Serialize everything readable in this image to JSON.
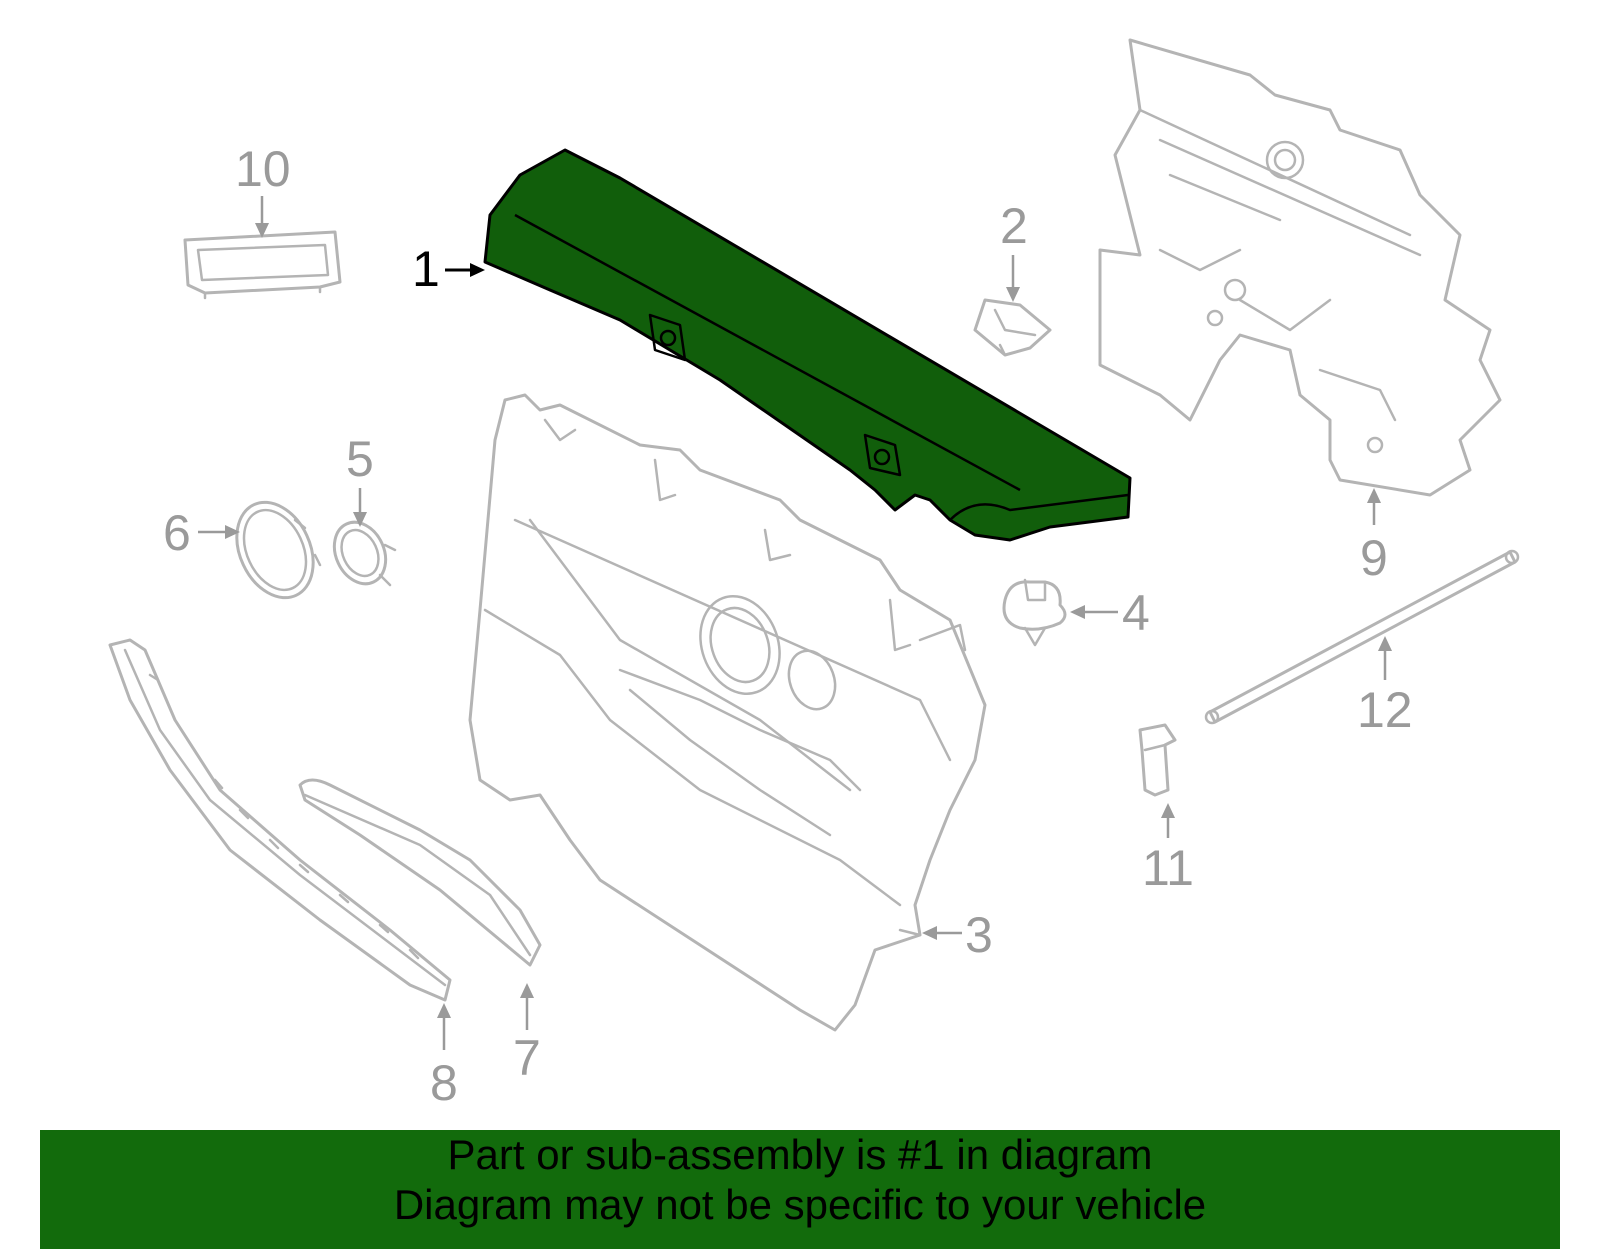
{
  "callouts": {
    "c1": "1",
    "c2": "2",
    "c3": "3",
    "c4": "4",
    "c5": "5",
    "c6": "6",
    "c7": "7",
    "c8": "8",
    "c9": "9",
    "c10": "10",
    "c11": "11",
    "c12": "12"
  },
  "banner": {
    "line1": "Part or sub-assembly is #1 in diagram",
    "line2": "Diagram may not be specific to your vehicle"
  },
  "colors": {
    "highlight": "#115e0b",
    "banner": "#126b0c",
    "parts": "#b4b4b4"
  }
}
